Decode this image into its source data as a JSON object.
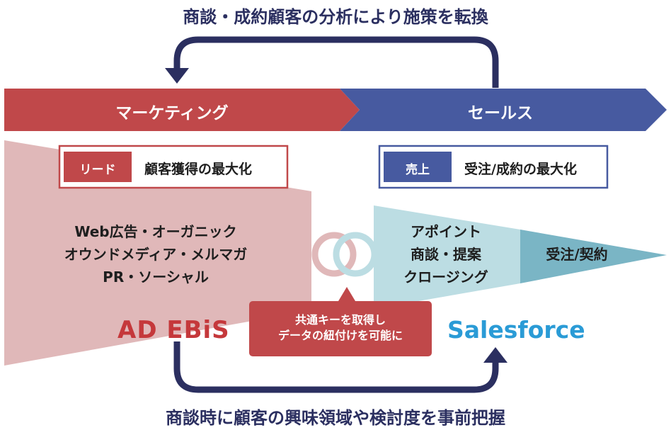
{
  "top_caption": "商談・成約顧客の分析により施策を転換",
  "bottom_caption": "商談時に顧客の興味領域や検討度を事前把握",
  "marketing": {
    "title": "マーケティング",
    "tag": "リード",
    "goal": "顧客獲得の最大化",
    "channels": [
      "Web広告・オーガニック",
      "オウンドメディア・メルマガ",
      "PR・ソーシャル"
    ],
    "logo": "AD EBiS"
  },
  "sales": {
    "title": "セールス",
    "tag": "売上",
    "goal": "受注/成約の最大化",
    "stages": [
      "アポイント",
      "商談・提案",
      "クロージング"
    ],
    "final_stage": "受注/契約",
    "logo": "Salesforce"
  },
  "link_badge": [
    "共通キーを取得し",
    "データの紐付けを可能に"
  ],
  "colors": {
    "marketing_red": "#c0484a",
    "sales_blue": "#475aa0",
    "navy": "#2b2f60",
    "light_pink": "#e0b8b9",
    "light_blue": "#bcdde3",
    "teal": "#7ab5c5"
  }
}
